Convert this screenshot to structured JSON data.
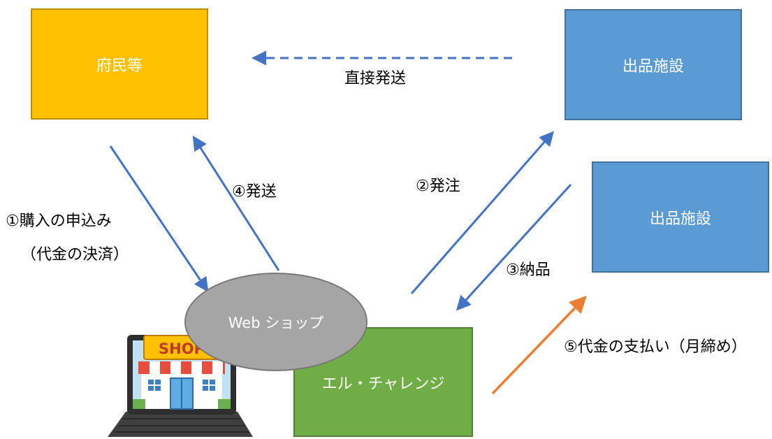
{
  "nodes": {
    "residents": "府民等",
    "facility_top": "出品施設",
    "facility_right": "出品施設",
    "web_shop": "Web ショップ",
    "l_challenge": "エル・チャレンジ"
  },
  "edges": {
    "direct_shipping": "直接発送",
    "step1_line1": "①購入の申込み",
    "step1_line2": "（代金の決済）",
    "step2": "②発注",
    "step3": "③納品",
    "step4": "④発送",
    "step5": "⑤代金の支払い（月締め）"
  },
  "shop_sign": "SHOP",
  "colors": {
    "residents": "#FFC000",
    "facility": "#5B9BD5",
    "l_challenge": "#70AD47",
    "web_shop": "#A5A5A5",
    "arrow_blue": "#4472C4",
    "arrow_orange": "#ED7D31"
  }
}
